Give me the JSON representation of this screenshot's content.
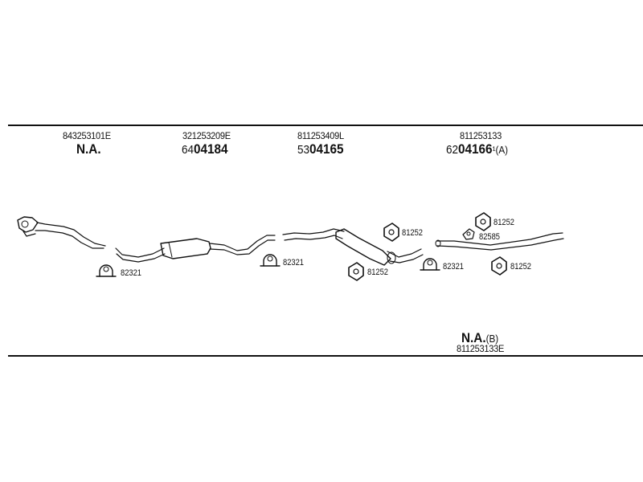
{
  "columns": [
    {
      "oe": "843253101E",
      "prefix": "",
      "number": "N.A.",
      "suffix": ""
    },
    {
      "oe": "321253209E",
      "prefix": "64",
      "number": "04184",
      "suffix": ""
    },
    {
      "oe": "811253409L",
      "prefix": "53",
      "number": "04165",
      "suffix": ""
    },
    {
      "oe": "811253133",
      "prefix": "62",
      "number": "04166",
      "suffix": "¹(A)"
    }
  ],
  "callouts": [
    "82321",
    "82321",
    "81252",
    "81252",
    "82321",
    "81252",
    "82585",
    "81252"
  ],
  "footer": {
    "number": "N.A.",
    "suffix": "(B)",
    "oe": "811253133E"
  },
  "icons": {
    "clamp": "u-clamp-icon",
    "hanger": "rubber-hanger-icon",
    "bracket": "bracket-icon"
  }
}
